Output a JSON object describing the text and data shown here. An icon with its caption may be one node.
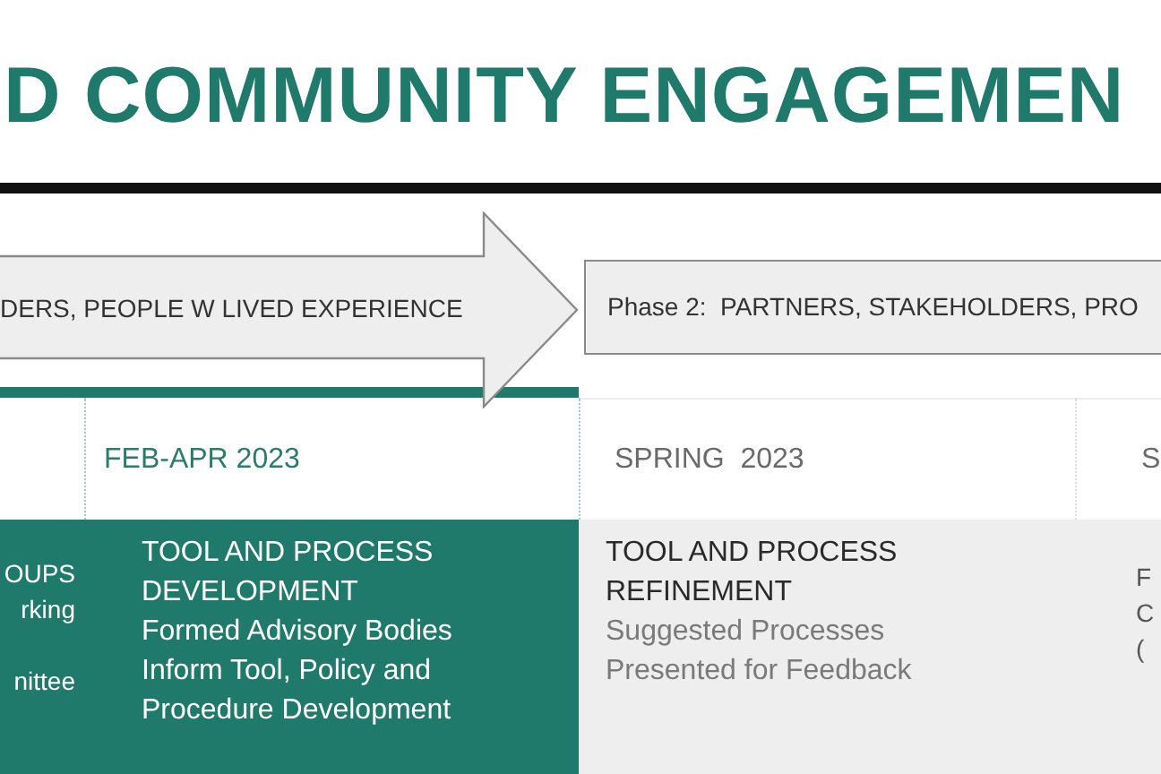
{
  "diagram": {
    "title": "D COMMUNITY ENGAGEMEN",
    "nodes": [
      {
        "text": [
          "DERS, PEOPLE W LIVED EXPERIENCE"
        ]
      },
      {
        "text": [
          "Phase 2:  PARTNERS, STAKEHOLDERS, PRO"
        ]
      },
      {
        "text": [
          "OUPS",
          "rking",
          "nittee"
        ]
      },
      {
        "text": [
          "TOOL AND PROCESS DEVELOPMENT",
          "Formed Advisory Bodies Inform Tool, Policy and Procedure Development"
        ]
      },
      {
        "text": [
          "TOOL AND PROCESS REFINEMENT",
          "Suggested Processes Presented for Feedback"
        ]
      },
      {
        "text": [
          "F",
          "C",
          "("
        ]
      }
    ],
    "labels": [
      "FEB-APR 2023",
      "SPRING  2023",
      "S"
    ]
  }
}
